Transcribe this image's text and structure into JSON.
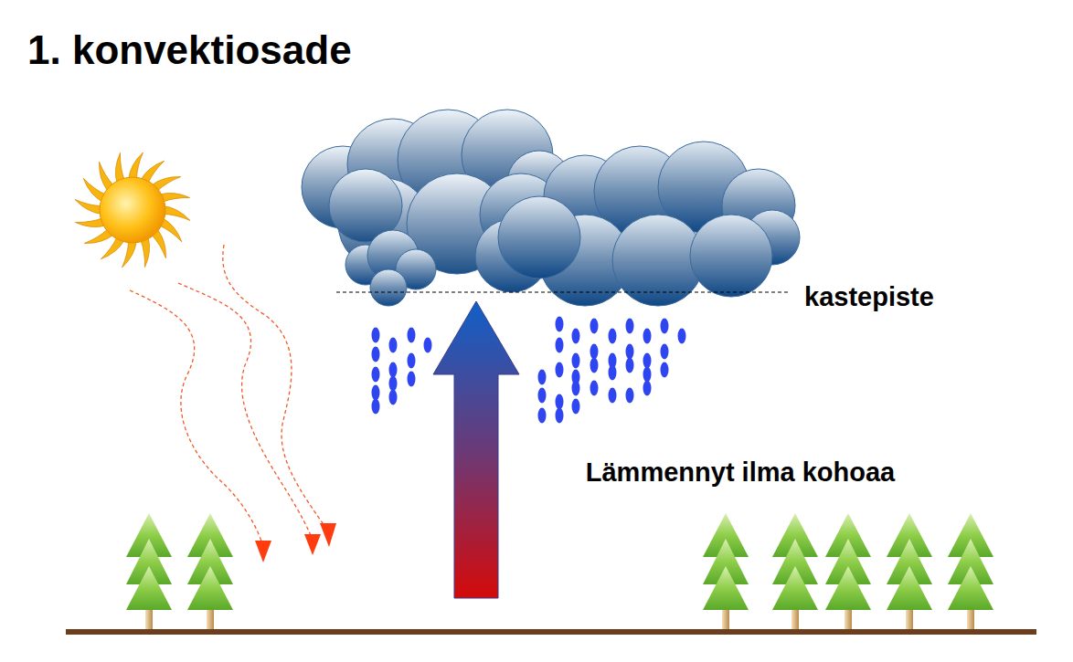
{
  "diagram": {
    "title": "1. konvektiosade",
    "labels": [
      "kastepiste",
      "Lämmennyt ilma kohoaa"
    ]
  }
}
